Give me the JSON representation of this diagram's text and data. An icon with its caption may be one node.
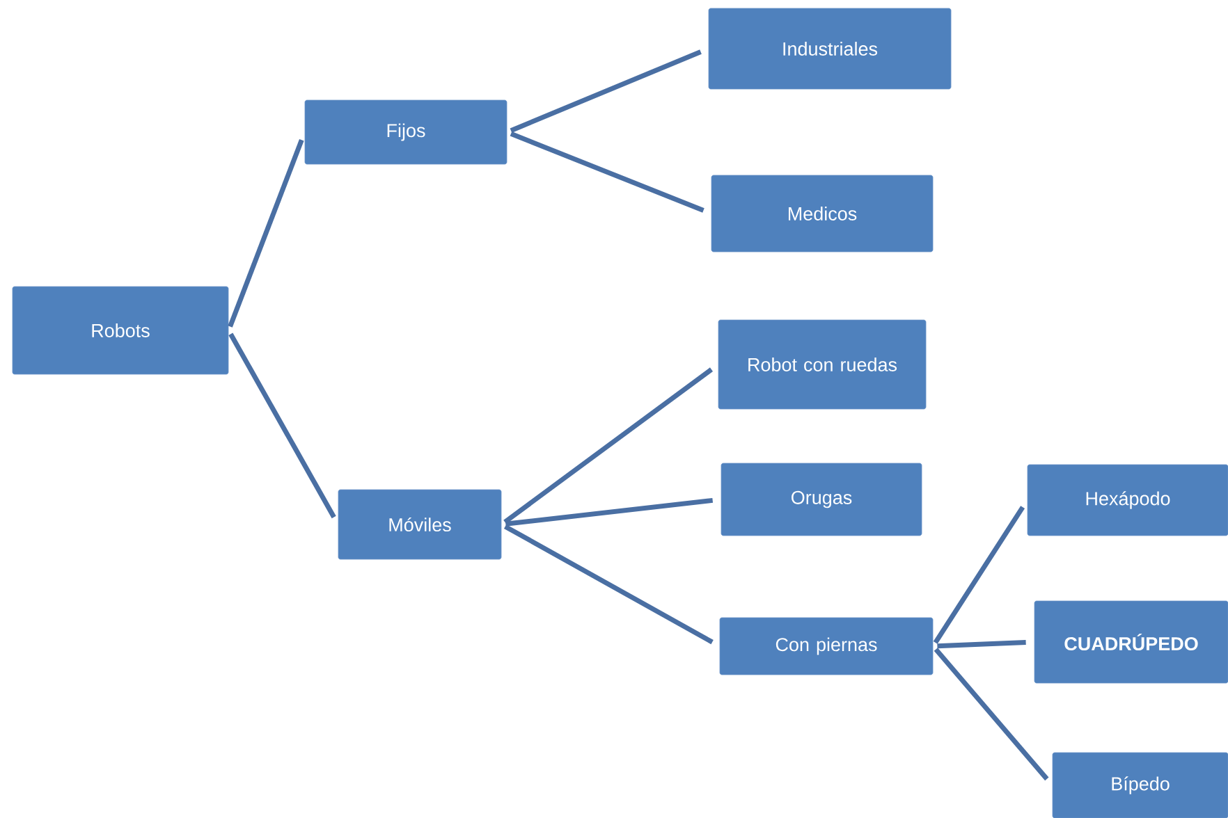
{
  "diagram": {
    "nodes": [
      {
        "text": [
          "Robots"
        ]
      },
      {
        "text": [
          "Fijos"
        ]
      },
      {
        "text": [
          "Móviles"
        ]
      },
      {
        "text": [
          "Industriales"
        ]
      },
      {
        "text": [
          "Medicos"
        ]
      },
      {
        "text": [
          "Robot con ruedas"
        ]
      },
      {
        "text": [
          "Orugas"
        ]
      },
      {
        "text": [
          "Con piernas"
        ]
      },
      {
        "text": [
          "Hexápodo"
        ]
      },
      {
        "text": [
          "CUADRÚPEDO"
        ]
      },
      {
        "text": [
          "Bípedo"
        ]
      }
    ],
    "edges": [
      {
        "from": 0,
        "to": 1,
        "arrow": "none"
      },
      {
        "from": 0,
        "to": 2,
        "arrow": "none"
      },
      {
        "from": 1,
        "to": 3,
        "arrow": "none"
      },
      {
        "from": 1,
        "to": 4,
        "arrow": "none"
      },
      {
        "from": 2,
        "to": 5,
        "arrow": "none"
      },
      {
        "from": 2,
        "to": 6,
        "arrow": "none"
      },
      {
        "from": 2,
        "to": 7,
        "arrow": "none"
      },
      {
        "from": 7,
        "to": 8,
        "arrow": "none"
      },
      {
        "from": 7,
        "to": 9,
        "arrow": "none"
      },
      {
        "from": 7,
        "to": 10,
        "arrow": "none"
      }
    ]
  }
}
